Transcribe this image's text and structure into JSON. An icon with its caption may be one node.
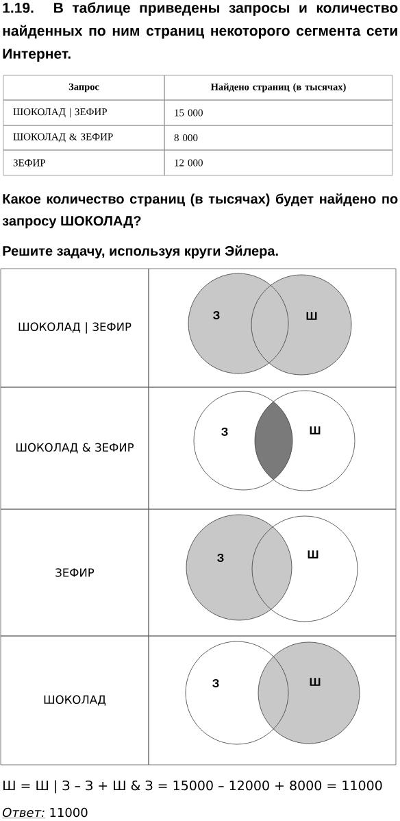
{
  "diagram": {
    "title": "1.19. В таблице приведены запросы и количество найденных по ним страниц некоторого сегмента сети Интернет.",
    "nodes": [
      {
        "text": [
          "З"
        ]
      },
      {
        "text": [
          "Ш"
        ]
      },
      {
        "text": [
          "З"
        ]
      },
      {
        "text": [
          "Ш"
        ]
      },
      {
        "text": [],
        "shape": "lens"
      },
      {
        "text": [
          "З"
        ]
      },
      {
        "text": [
          "Ш"
        ]
      },
      {
        "text": [
          "З"
        ]
      },
      {
        "text": [
          "Ш"
        ]
      }
    ],
    "labels": [
      "Запрос",
      "Найдено страниц (в тысячах)",
      "ШОКОЛАД | ЗЕФИР",
      "15 000",
      "ШОКОЛАД & ЗЕФИР",
      "8 000",
      "ЗЕФИР",
      "12 000",
      "Какое количество страниц (в тысячах) будет найдено по запросу ШОКОЛАД?",
      "Решите задачу, используя круги Эйлера.",
      "ШОКОЛАД | ЗЕФИР",
      "ШОКОЛАД & ЗЕФИР",
      "ЗЕФИР",
      "ШОКОЛАД",
      "Ш = Ш | З – З + Ш & З = 15000 – 12000 + 8000 = 11000",
      "Ответ:",
      "11000"
    ]
  }
}
